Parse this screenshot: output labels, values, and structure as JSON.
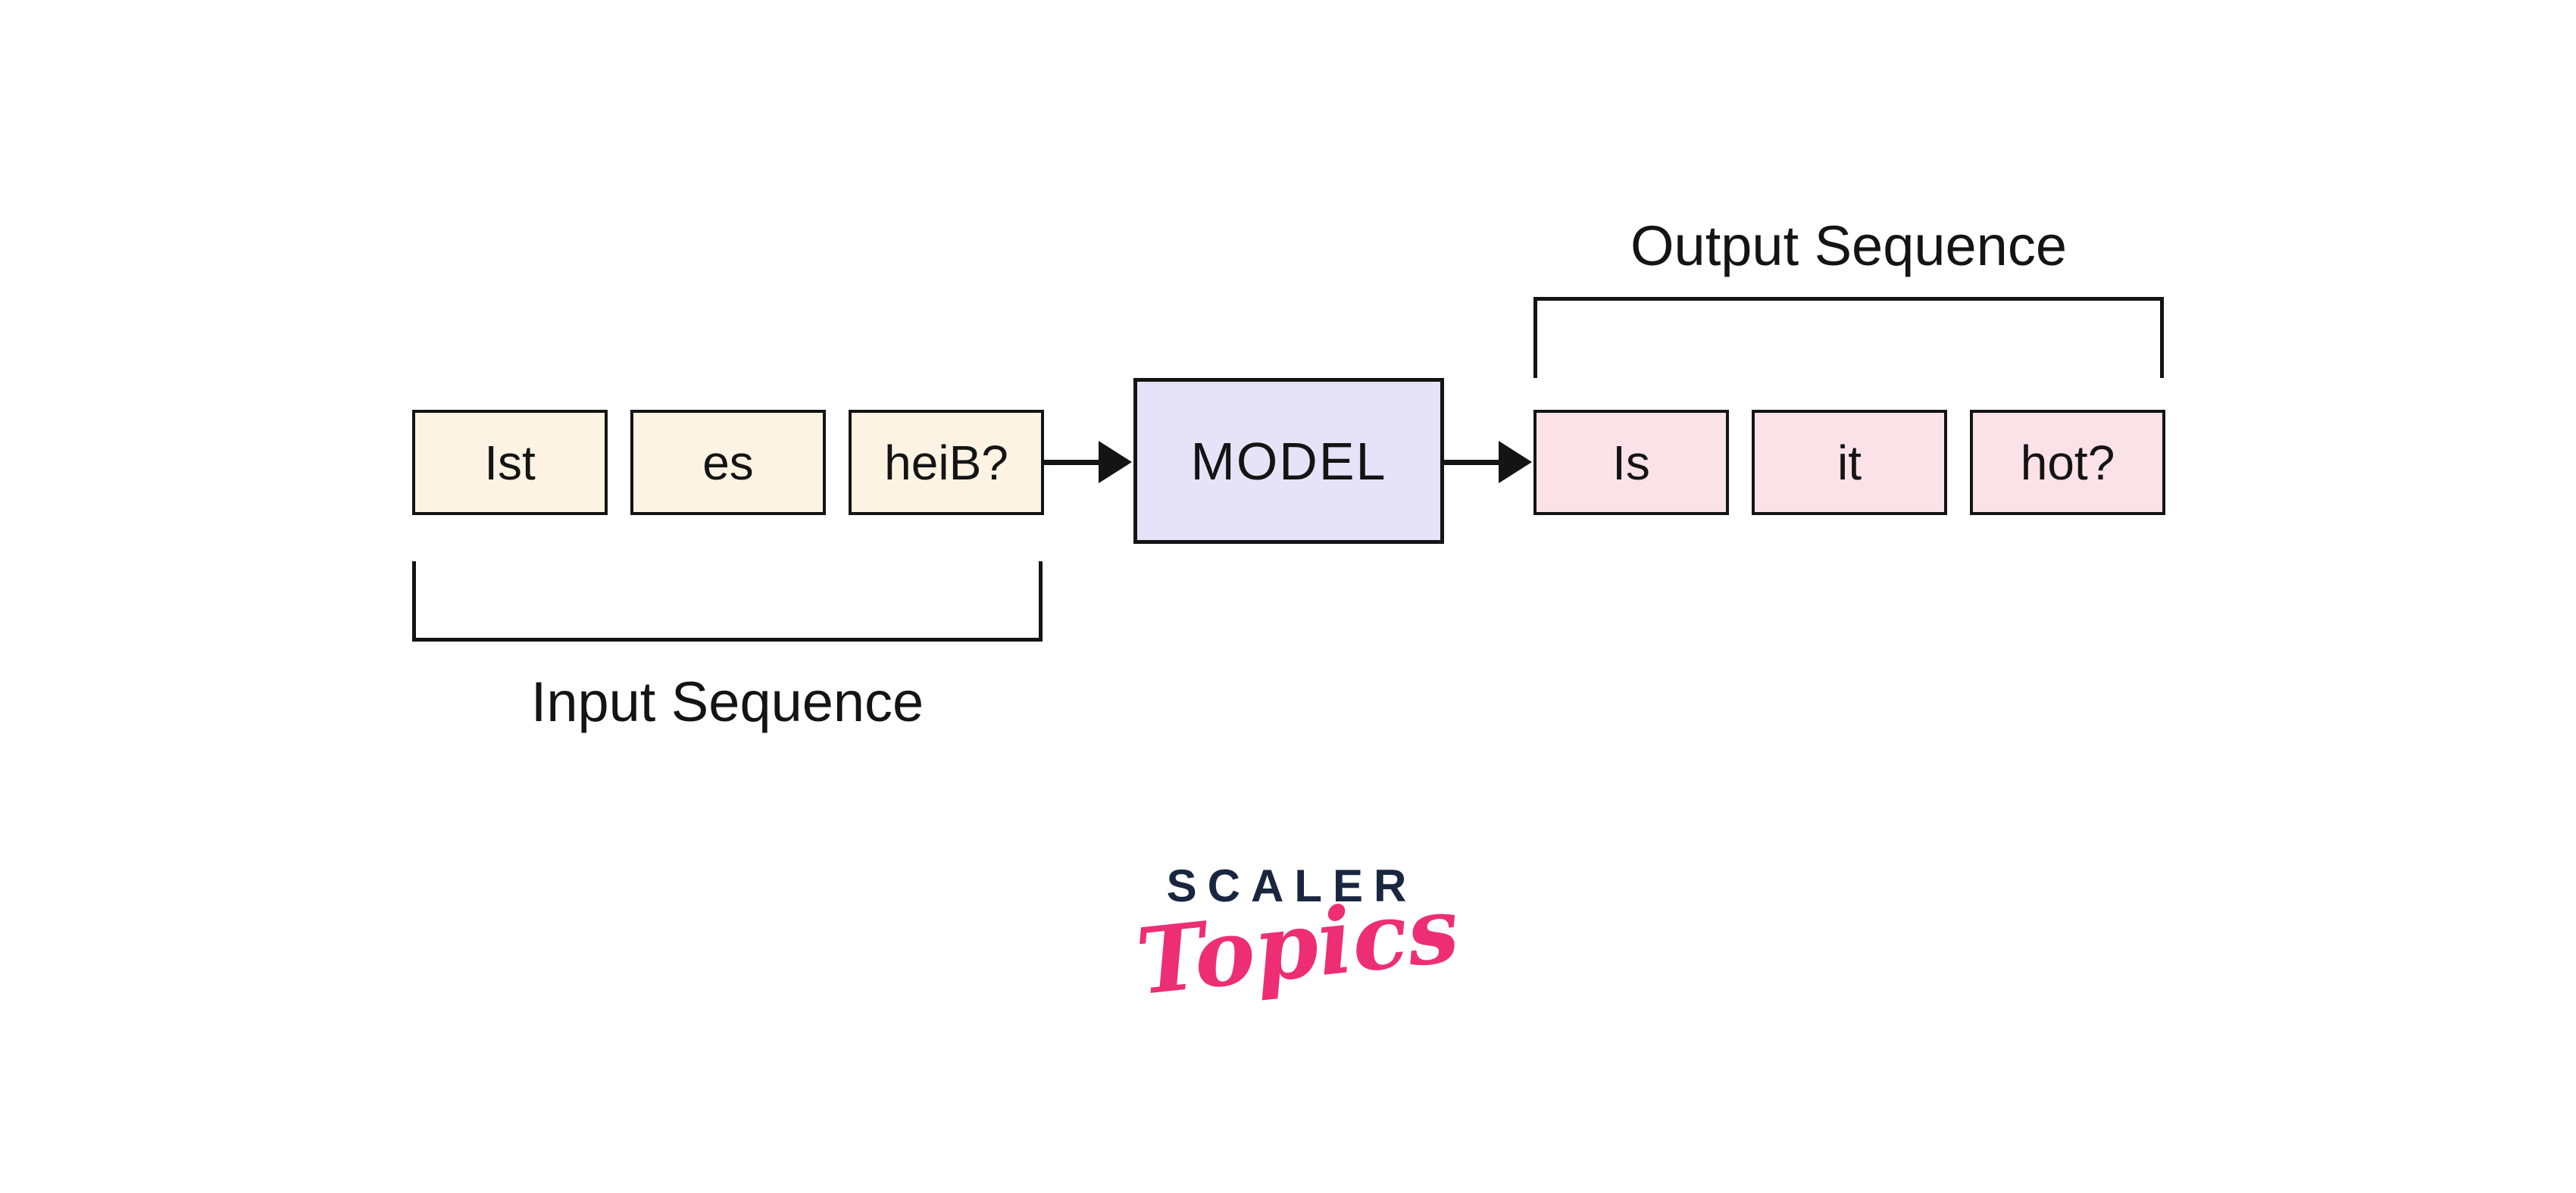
{
  "canvas": {
    "background": "#ffffff",
    "line_color": "#141414"
  },
  "diagram": {
    "input": {
      "tokens": [
        "Ist",
        "es",
        "heiB?"
      ],
      "caption": "Input Sequence",
      "box_fill": "#FCF3E3"
    },
    "model": {
      "label": "MODEL",
      "box_fill": "#E6E3F9"
    },
    "output": {
      "tokens": [
        "Is",
        "it",
        "hot?"
      ],
      "caption": "Output Sequence",
      "box_fill": "#FBE1E8"
    }
  },
  "logo": {
    "brand": "SCALER",
    "product": "Topics",
    "brand_color": "#18273F",
    "product_color": "#ED2E74"
  }
}
